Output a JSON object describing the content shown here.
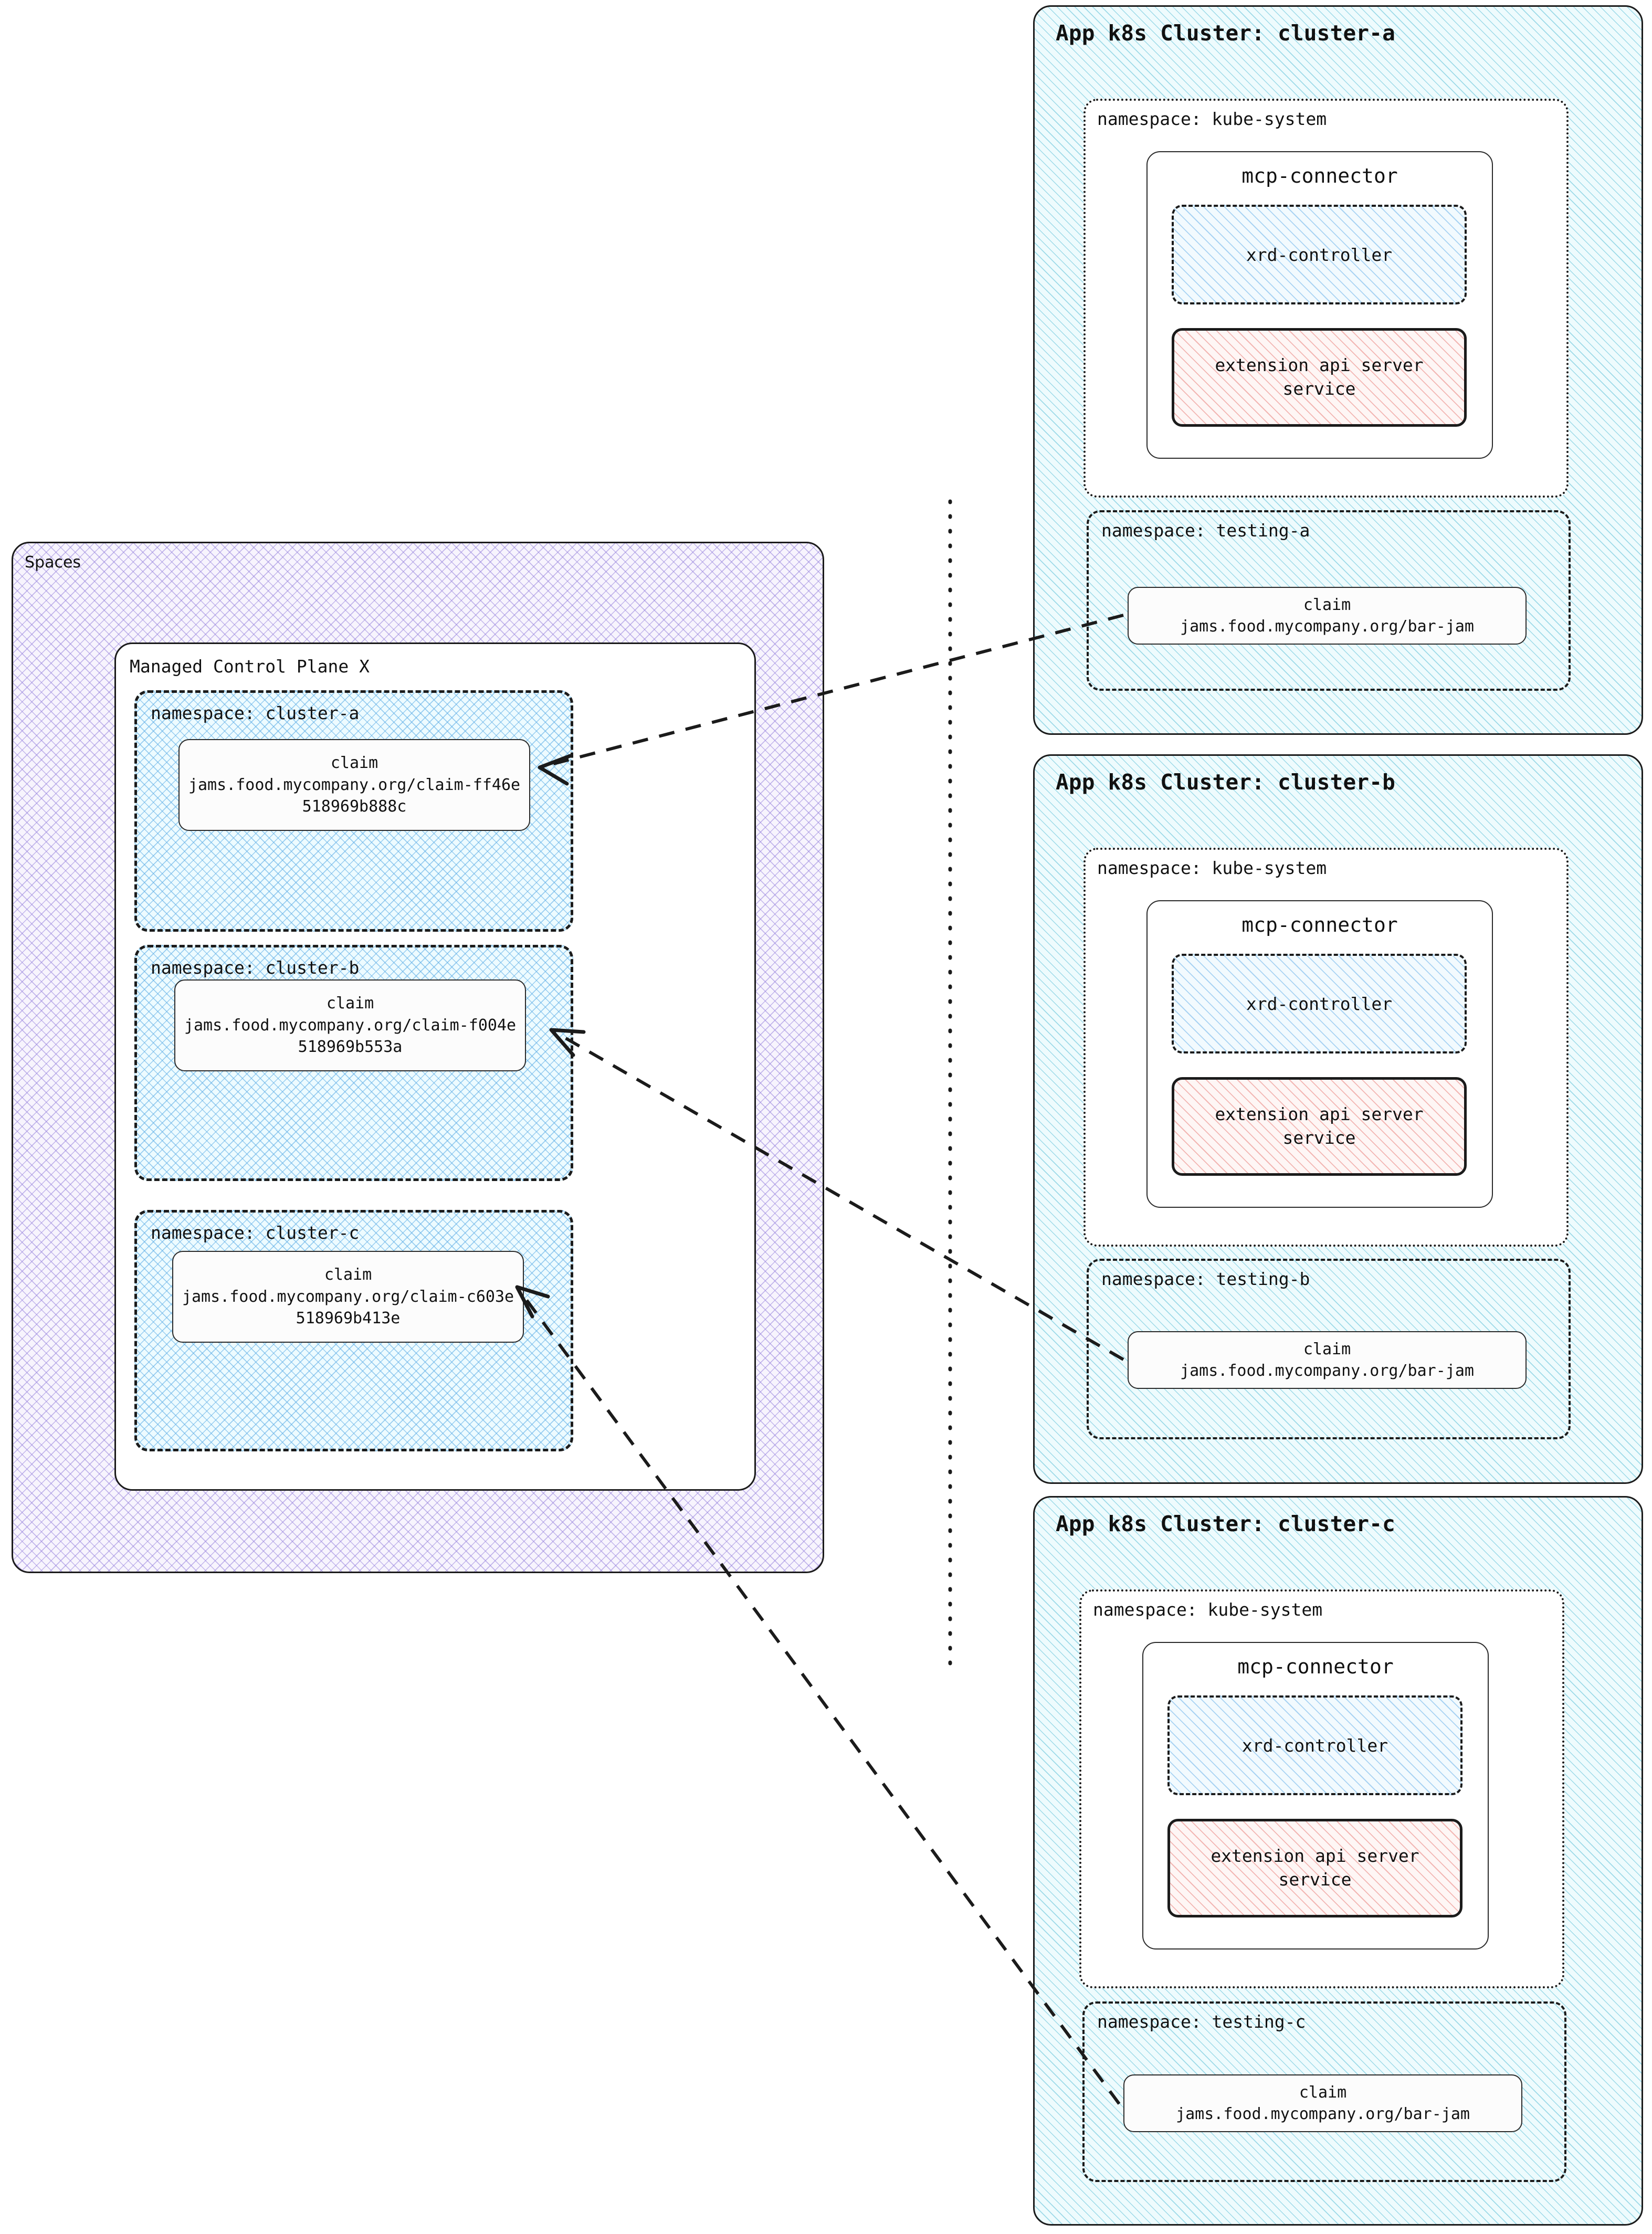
{
  "spaces_panel": {
    "title": "Spaces",
    "control_plane": {
      "title": "Managed Control Plane X",
      "namespaces": [
        {
          "label": "namespace: cluster-a",
          "claim": {
            "kind": "claim",
            "ref": "jams.food.mycompany.org/claim-ff46e518969b888c"
          }
        },
        {
          "label": "namespace: cluster-b",
          "claim": {
            "kind": "claim",
            "ref": "jams.food.mycompany.org/claim-f004e518969b553a"
          }
        },
        {
          "label": "namespace: cluster-c",
          "claim": {
            "kind": "claim",
            "ref": "jams.food.mycompany.org/claim-c603e518969b413e"
          }
        }
      ]
    }
  },
  "clusters": [
    {
      "title": "App k8s Cluster: cluster-a",
      "kube_system": {
        "label": "namespace: kube-system",
        "connector": {
          "title": "mcp-connector",
          "controller": "xrd-controller",
          "api_server": "extension api server\nservice"
        }
      },
      "testing": {
        "label": "namespace: testing-a",
        "claim": {
          "kind": "claim",
          "ref": "jams.food.mycompany.org/bar-jam"
        }
      }
    },
    {
      "title": "App k8s Cluster: cluster-b",
      "kube_system": {
        "label": "namespace: kube-system",
        "connector": {
          "title": "mcp-connector",
          "controller": "xrd-controller",
          "api_server": "extension api server\nservice"
        }
      },
      "testing": {
        "label": "namespace: testing-b",
        "claim": {
          "kind": "claim",
          "ref": "jams.food.mycompany.org/bar-jam"
        }
      }
    },
    {
      "title": "App k8s Cluster: cluster-c",
      "kube_system": {
        "label": "namespace: kube-system",
        "connector": {
          "title": "mcp-connector",
          "controller": "xrd-controller",
          "api_server": "extension api server\nservice"
        }
      },
      "testing": {
        "label": "namespace: testing-c",
        "claim": {
          "kind": "claim",
          "ref": "jams.food.mycompany.org/bar-jam"
        }
      }
    }
  ],
  "colors": {
    "spaces_hatch": "#9682dc",
    "namespace_hatch": "#5fafe6",
    "cluster_hatch": "#5abed7",
    "controller_hatch": "#78b9eb",
    "apiserver_hatch": "#eb8c87",
    "stroke": "#1b1b1b"
  }
}
